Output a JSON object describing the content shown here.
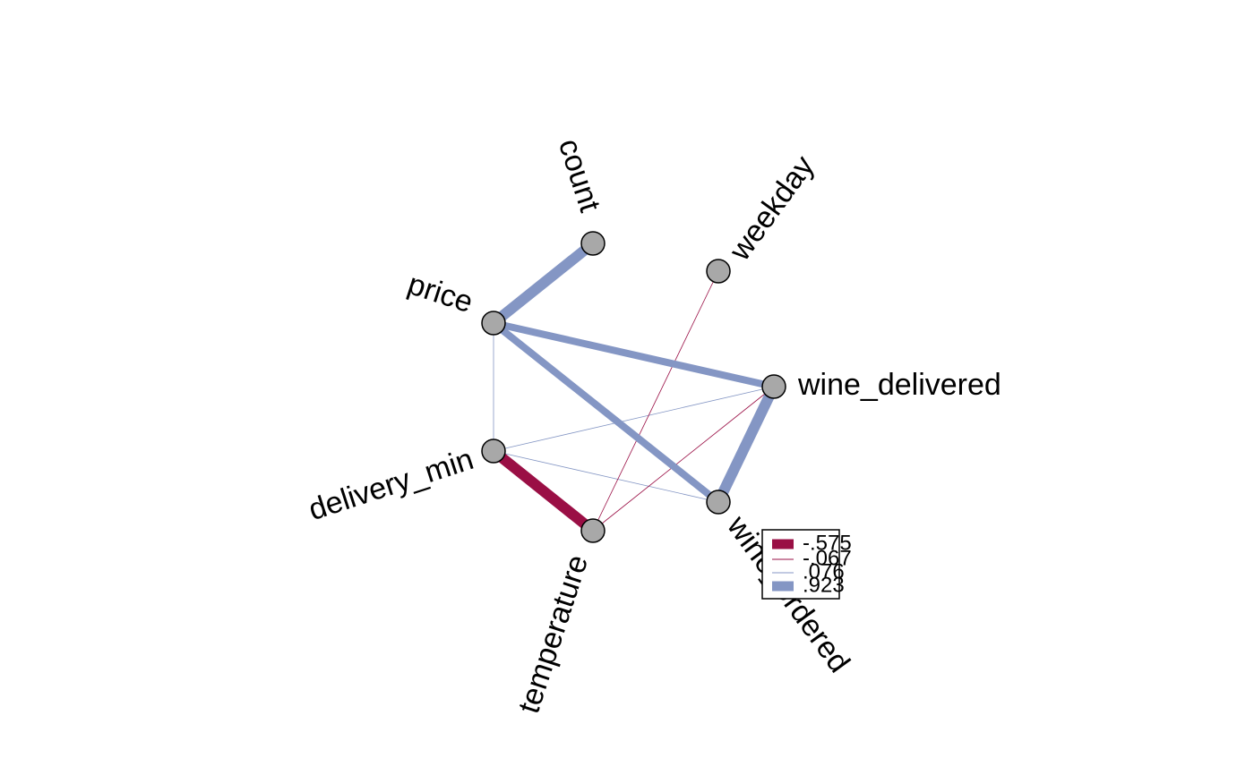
{
  "network": {
    "colors": {
      "positive": "#8496c4",
      "negative": "#9a0f45",
      "node_fill": "#a8a8a8",
      "node_stroke": "#000000"
    },
    "nodes": [
      {
        "id": "count",
        "label": "count"
      },
      {
        "id": "weekday",
        "label": "weekday"
      },
      {
        "id": "price",
        "label": "price"
      },
      {
        "id": "wine_delivered",
        "label": "wine_delivered"
      },
      {
        "id": "delivery_min",
        "label": "delivery_min"
      },
      {
        "id": "wine_ordered",
        "label": "wine_ordered"
      },
      {
        "id": "temperature",
        "label": "temperature"
      }
    ],
    "edges": [
      {
        "from": "count",
        "to": "price",
        "sign": "positive",
        "strength": "strong"
      },
      {
        "from": "price",
        "to": "wine_delivered",
        "sign": "positive",
        "strength": "medium"
      },
      {
        "from": "price",
        "to": "wine_ordered",
        "sign": "positive",
        "strength": "medium"
      },
      {
        "from": "wine_delivered",
        "to": "wine_ordered",
        "sign": "positive",
        "strength": "strong"
      },
      {
        "from": "delivery_min",
        "to": "temperature",
        "sign": "negative",
        "strength": "strong"
      },
      {
        "from": "price",
        "to": "delivery_min",
        "sign": "positive",
        "strength": "weak"
      },
      {
        "from": "delivery_min",
        "to": "wine_delivered",
        "sign": "positive",
        "strength": "weak"
      },
      {
        "from": "delivery_min",
        "to": "wine_ordered",
        "sign": "positive",
        "strength": "weak"
      },
      {
        "from": "weekday",
        "to": "temperature",
        "sign": "negative",
        "strength": "weak"
      },
      {
        "from": "temperature",
        "to": "wine_delivered",
        "sign": "negative",
        "strength": "weak"
      }
    ],
    "legend": [
      {
        "label": "-.575",
        "sign": "negative",
        "strength": "strong"
      },
      {
        "label": "-.067",
        "sign": "negative",
        "strength": "weak"
      },
      {
        "label": ".076",
        "sign": "positive",
        "strength": "weak"
      },
      {
        "label": ".923",
        "sign": "positive",
        "strength": "strong"
      }
    ]
  }
}
